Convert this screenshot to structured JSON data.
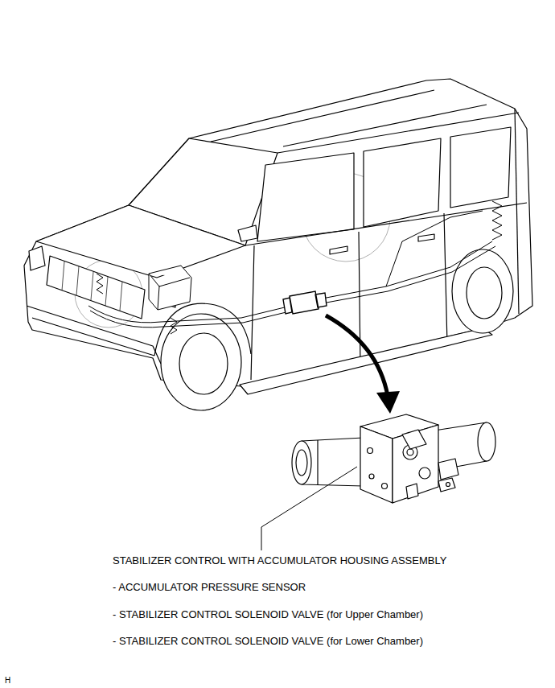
{
  "diagram": {
    "labels": [
      "STABILIZER CONTROL WITH ACCUMULATOR HOUSING ASSEMBLY",
      "- ACCUMULATOR PRESSURE SENSOR",
      "- STABILIZER CONTROL SOLENOID VALVE (for Upper Chamber)",
      "- STABILIZER CONTROL SOLENOID VALVE (for Lower Chamber)",
      "H"
    ]
  }
}
